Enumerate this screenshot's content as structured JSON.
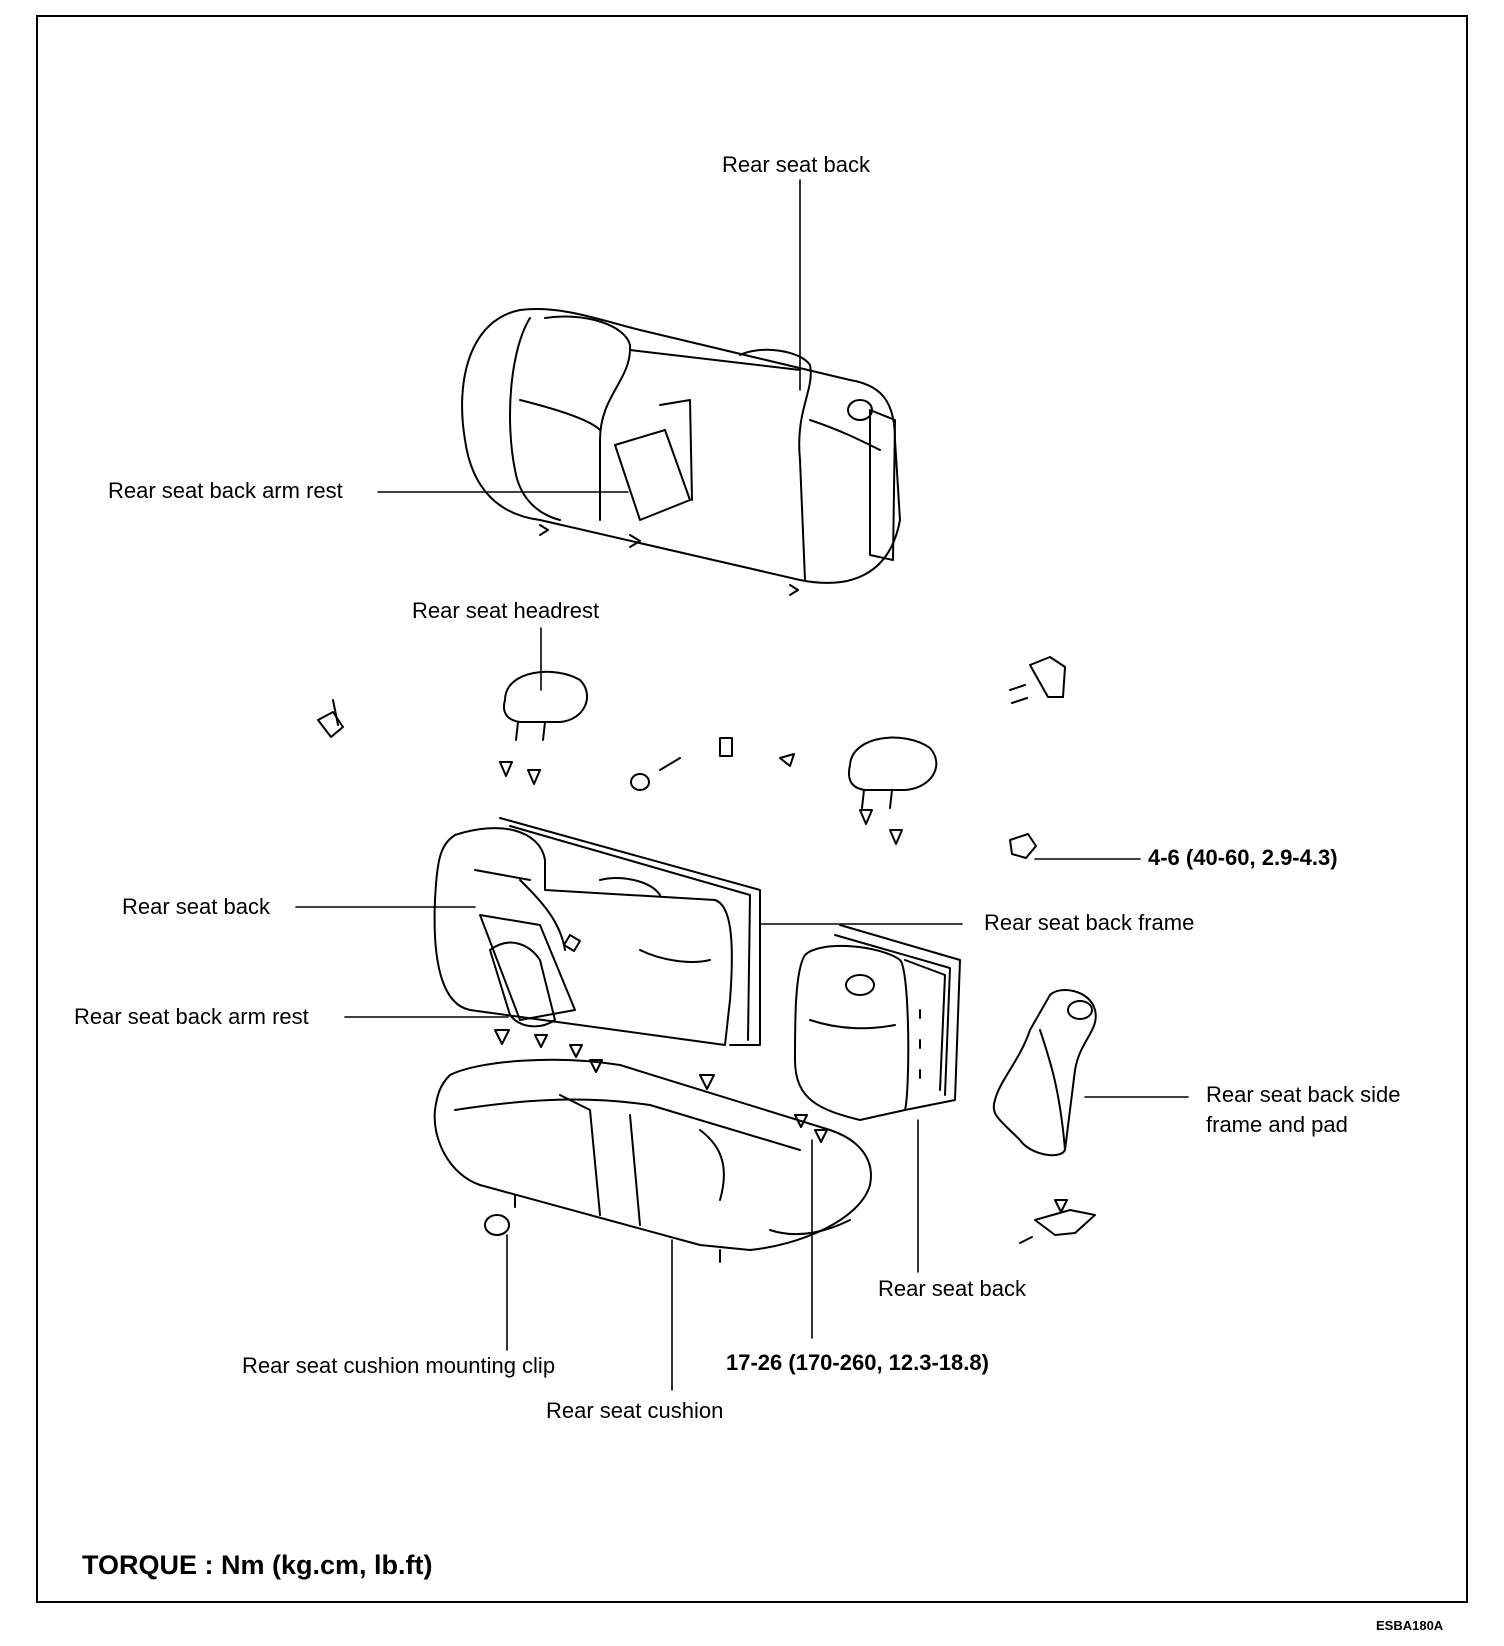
{
  "labels": {
    "rear_seat_back_top": "Rear seat back",
    "arm_rest_top": "Rear seat back arm rest",
    "headrest": "Rear seat headrest",
    "torque_bracket": "4-6 (40-60, 2.9-4.3)",
    "rear_seat_back_left": "Rear seat back",
    "seat_back_frame": "Rear seat back frame",
    "arm_rest_bottom": "Rear seat back arm rest",
    "side_frame_line1": "Rear seat back side",
    "side_frame_line2": "frame and pad",
    "rear_seat_back_right": "Rear seat back",
    "cushion_clip": "Rear seat cushion mounting clip",
    "torque_cushion": "17-26 (170-260, 12.3-18.8)",
    "seat_cushion": "Rear seat cushion"
  },
  "footer": {
    "torque_note": "TORQUE : Nm (kg.cm, lb.ft)",
    "figure_code": "ESBA180A"
  },
  "colors": {
    "ink": "#000000",
    "paper": "#ffffff"
  }
}
